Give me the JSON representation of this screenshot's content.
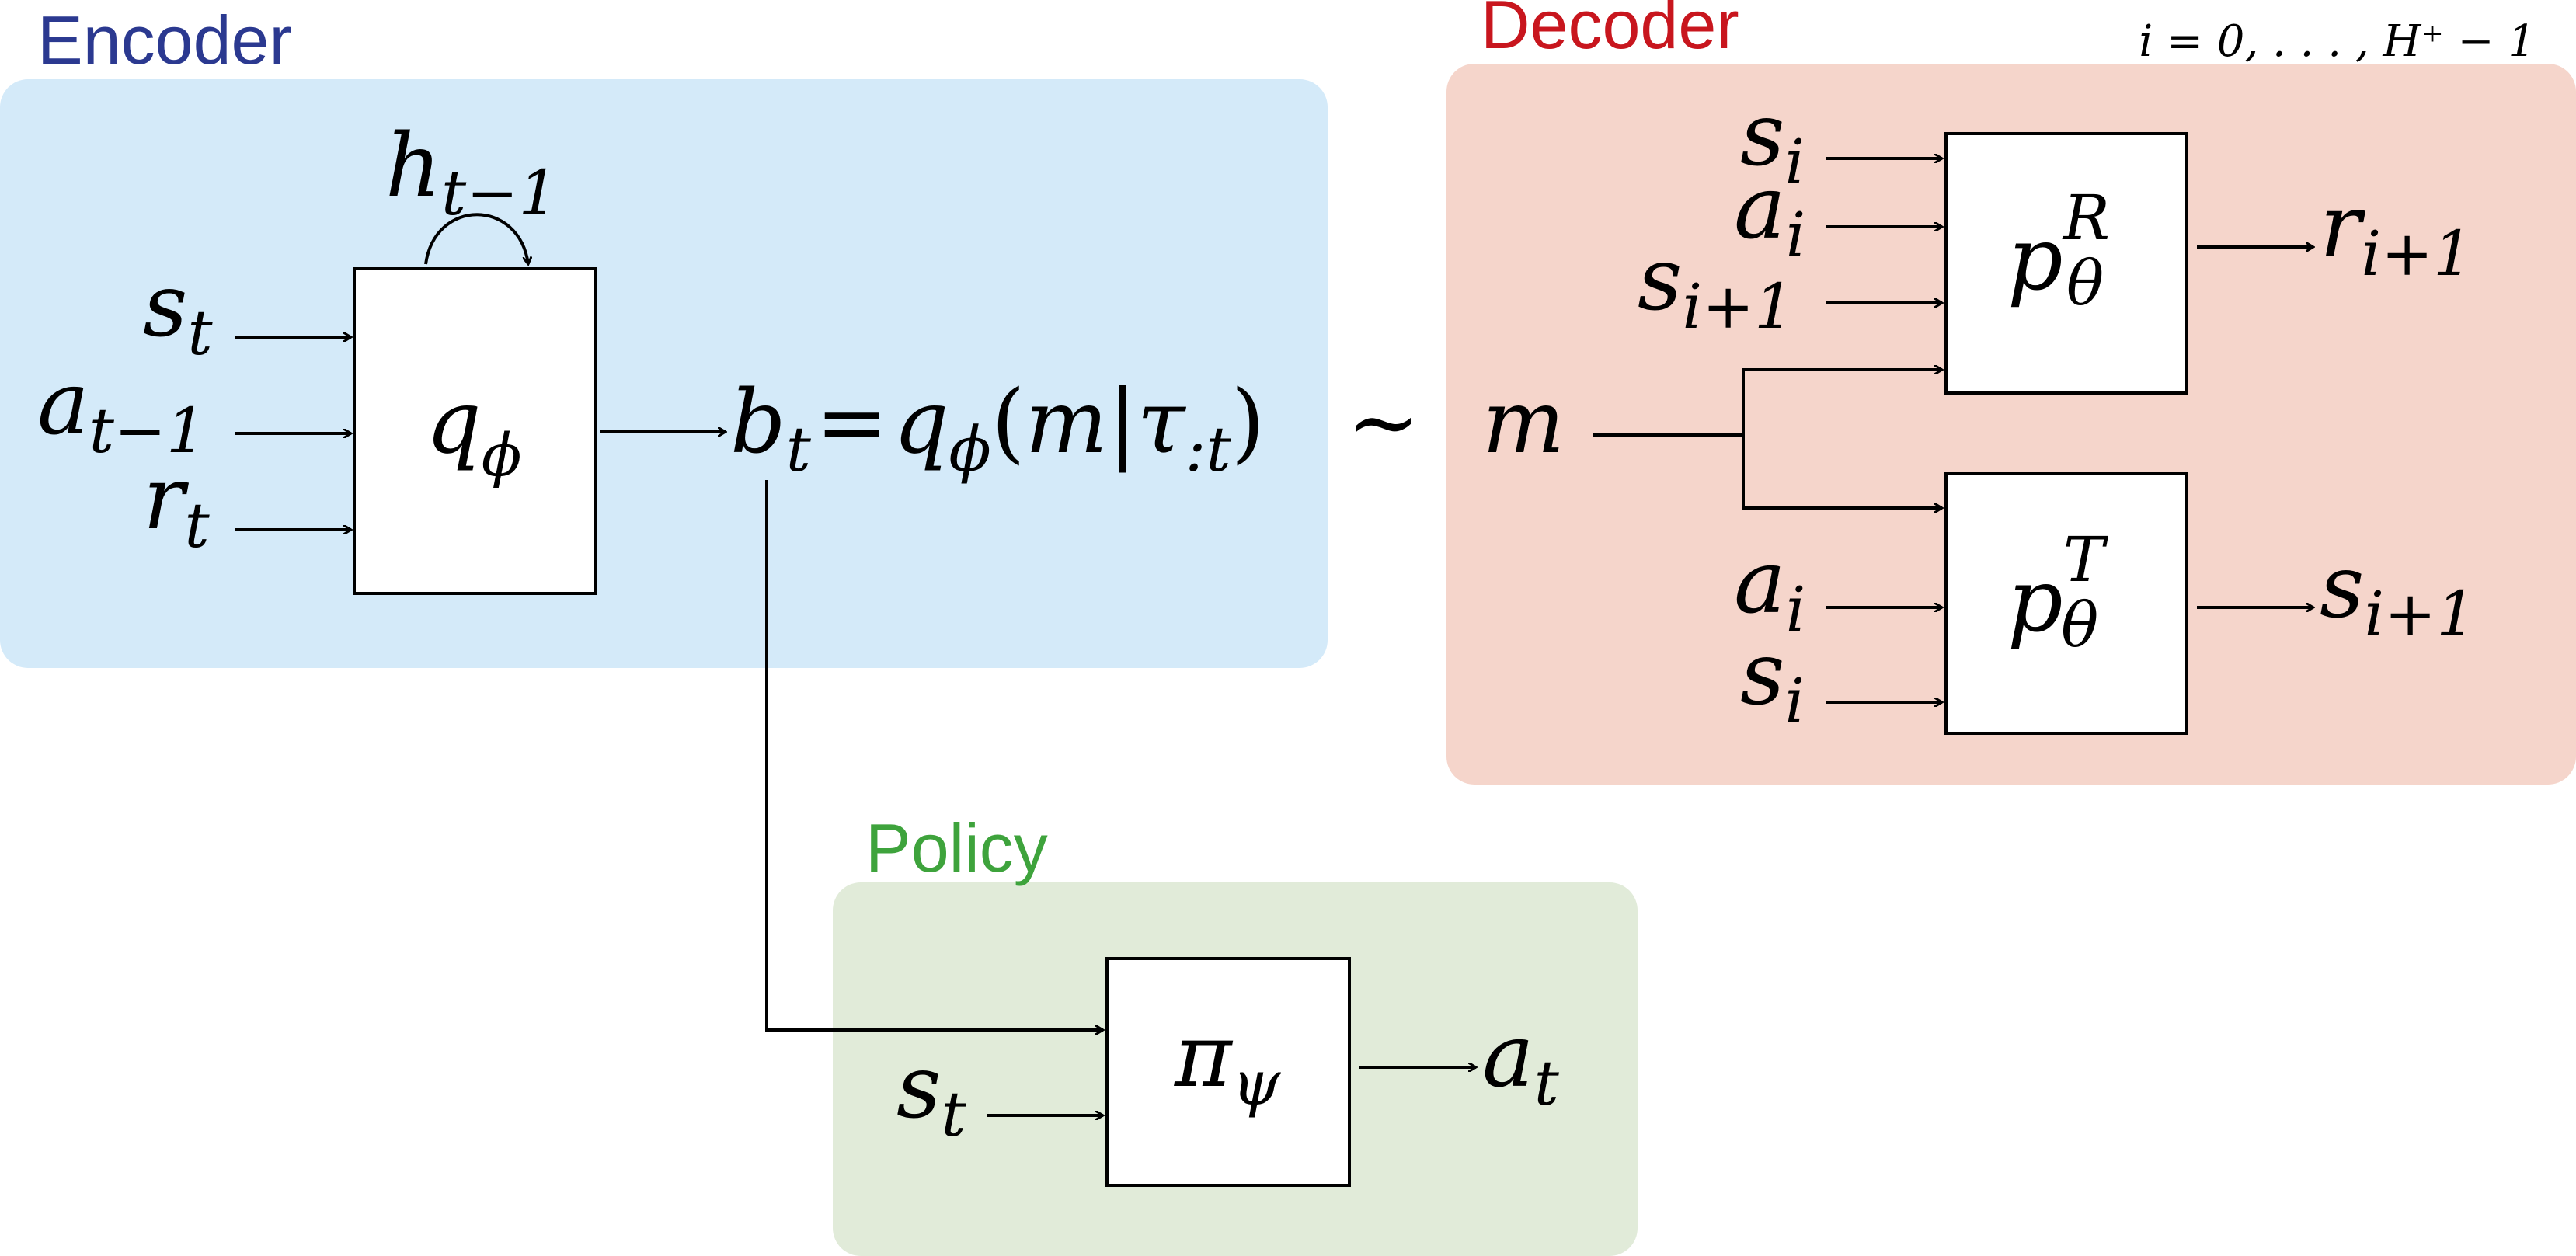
{
  "colors": {
    "encoder_bg": "#d4eaf9",
    "decoder_bg": "#f5d5cb",
    "policy_bg": "#e1ebd9",
    "encoder_title": "#2b3990",
    "decoder_title": "#c8161e",
    "policy_title": "#3ea33c"
  },
  "encoder": {
    "title": "Encoder",
    "inputs": [
      {
        "base": "s",
        "sub": "t"
      },
      {
        "base": "a",
        "sub": "t−1"
      },
      {
        "base": "r",
        "sub": "t"
      }
    ],
    "hidden": {
      "base": "h",
      "sub": "t−1"
    },
    "box": {
      "base": "q",
      "sub": "ϕ"
    },
    "output": {
      "b": "b",
      "b_sub": "t",
      "eq": "=",
      "q": "q",
      "q_sub": "ϕ",
      "open": "(",
      "m": "m",
      "bar": "|",
      "tau": "τ",
      "tau_sub": ":t",
      "close": ")"
    }
  },
  "tilde": "∼",
  "decoder": {
    "title": "Decoder",
    "range": "i = 0, . . . , H⁺ − 1",
    "m": "m",
    "reward_inputs": [
      {
        "base": "s",
        "sub": "i"
      },
      {
        "base": "a",
        "sub": "i"
      },
      {
        "base": "s",
        "sub": "i+1"
      }
    ],
    "reward_box": {
      "base": "p",
      "sub": "θ",
      "sup": "R"
    },
    "reward_output": {
      "base": "r",
      "sub": "i+1"
    },
    "transition_inputs": [
      {
        "base": "a",
        "sub": "i"
      },
      {
        "base": "s",
        "sub": "i"
      }
    ],
    "transition_box": {
      "base": "p",
      "sub": "θ",
      "sup": "T"
    },
    "transition_output": {
      "base": "s",
      "sub": "i+1"
    }
  },
  "policy": {
    "title": "Policy",
    "input": {
      "base": "s",
      "sub": "t"
    },
    "box": {
      "base": "π",
      "sub": "ψ"
    },
    "output": {
      "base": "a",
      "sub": "t"
    }
  }
}
